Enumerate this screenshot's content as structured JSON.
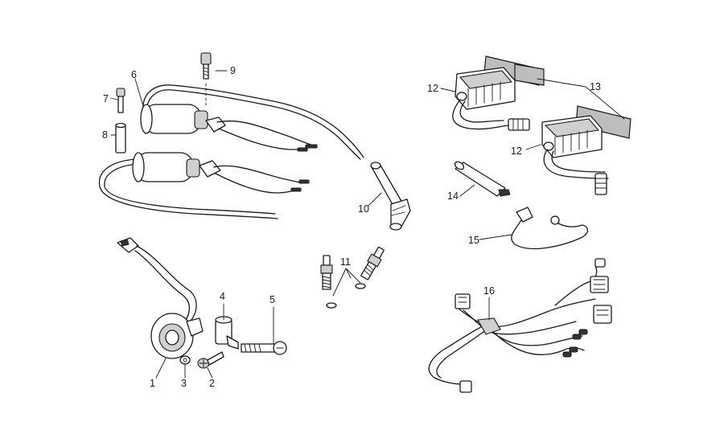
{
  "diagram": {
    "callouts": [
      "1",
      "2",
      "3",
      "4",
      "5",
      "6",
      "7",
      "8",
      "9",
      "10",
      "11",
      "12",
      "12",
      "13",
      "14",
      "15",
      "16"
    ]
  }
}
